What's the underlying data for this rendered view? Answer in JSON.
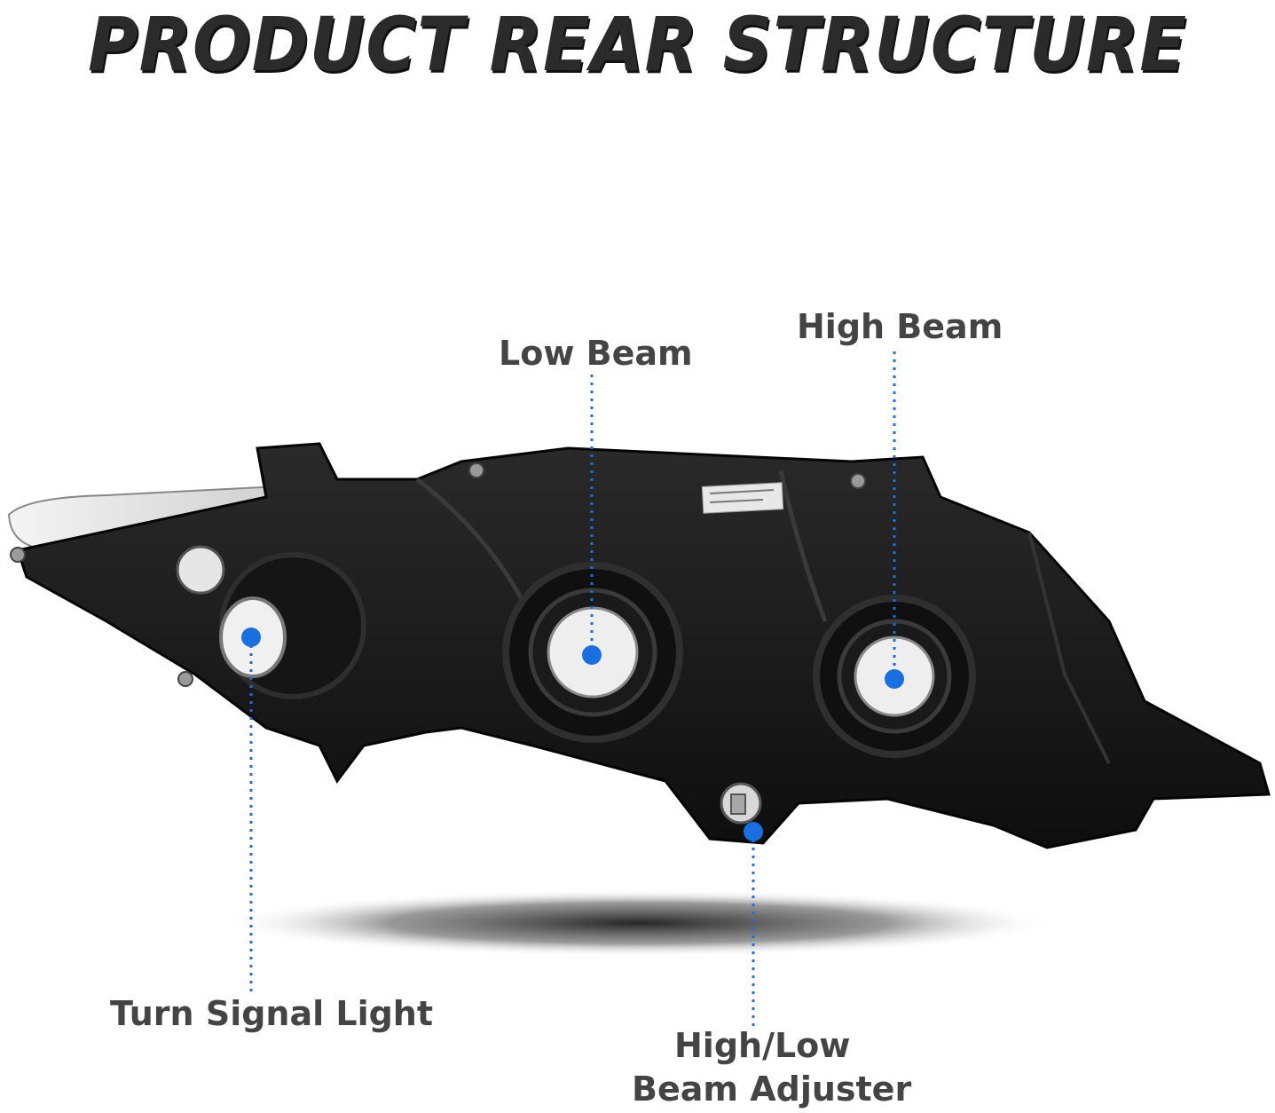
{
  "title": "PRODUCT REAR STRUCTURE",
  "callouts": {
    "low_beam": "Low Beam",
    "high_beam": "High Beam",
    "turn_signal": "Turn Signal Light",
    "adjuster_line1": "High/Low",
    "adjuster_line2": "Beam Adjuster"
  },
  "colors": {
    "marker": "#1a6fe0",
    "title": "#2b2b2b",
    "label": "#444444",
    "housing": "#1c1c1c"
  }
}
